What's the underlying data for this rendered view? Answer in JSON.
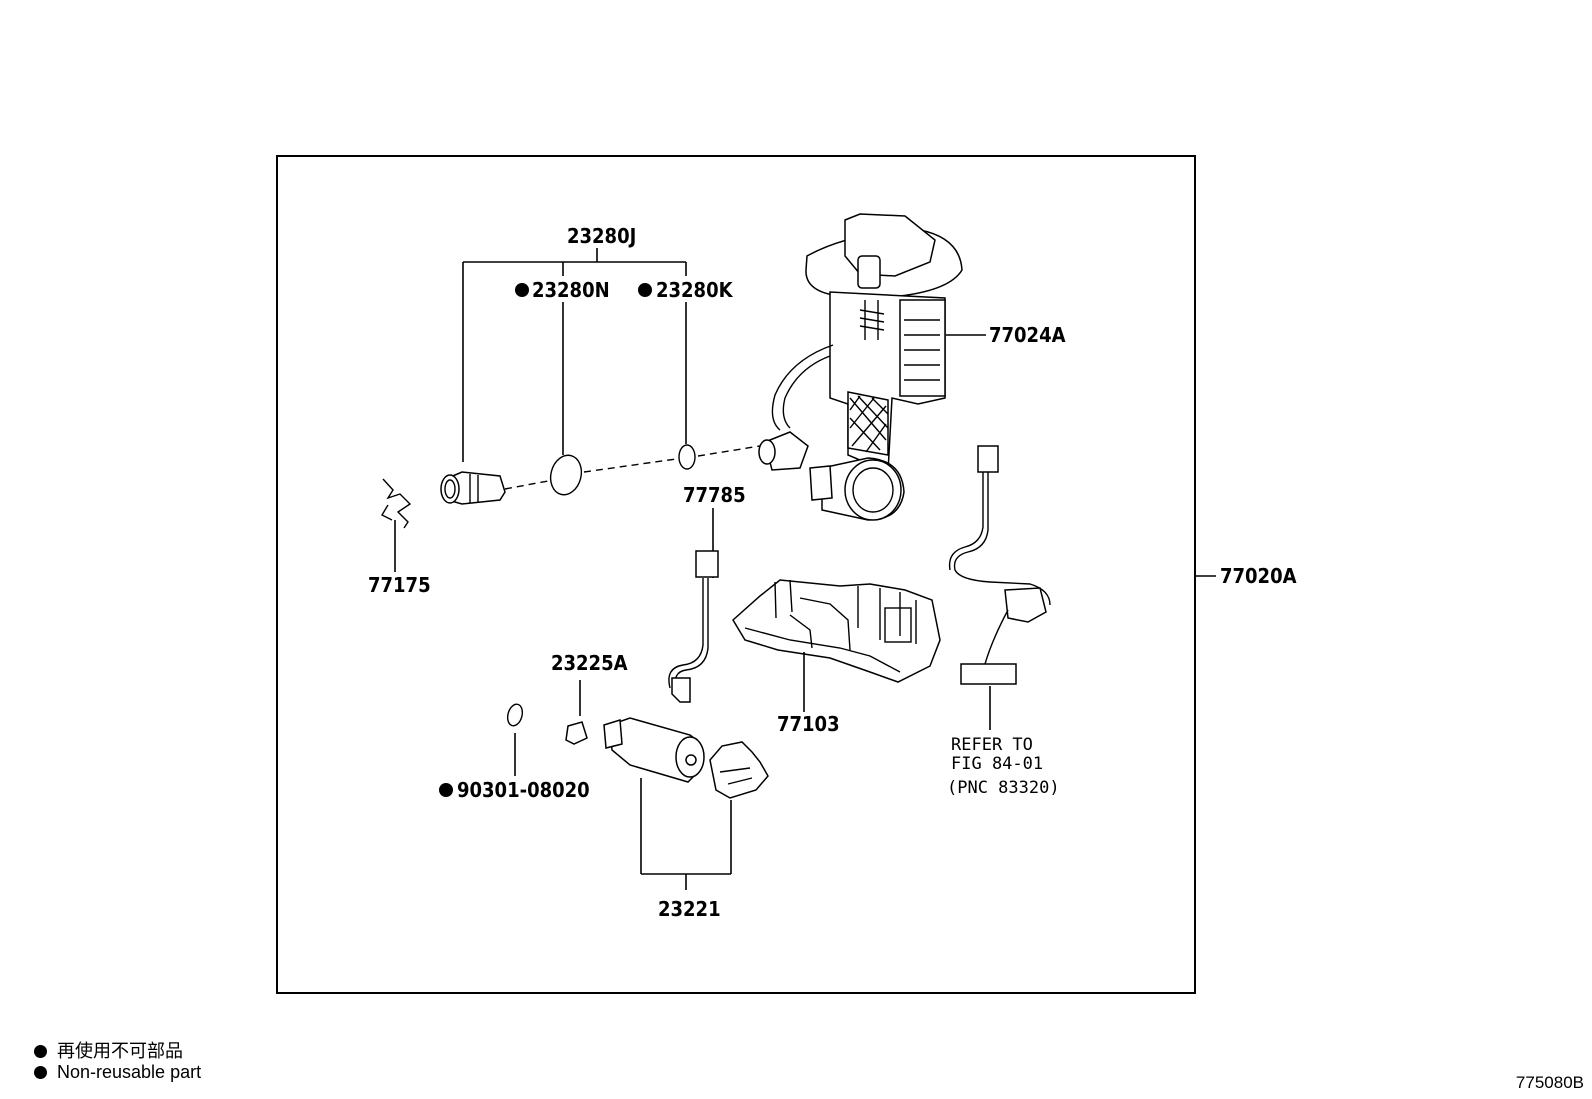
{
  "labels": {
    "p23280J": "23280J",
    "p23280N": "23280N",
    "p23280K": "23280K",
    "p77024A": "77024A",
    "p77175": "77175",
    "p77785": "77785",
    "p77020A": "77020A",
    "p23225A": "23225A",
    "p77103": "77103",
    "p90301": "90301-08020",
    "p23221": "23221"
  },
  "reference": {
    "line1": "REFER TO",
    "line2": "FIG 84-01",
    "line3": "(PNC 83320)"
  },
  "legend": {
    "jp": "再使用不可部品",
    "en": "Non-reusable part"
  },
  "figure_code": "775080B"
}
